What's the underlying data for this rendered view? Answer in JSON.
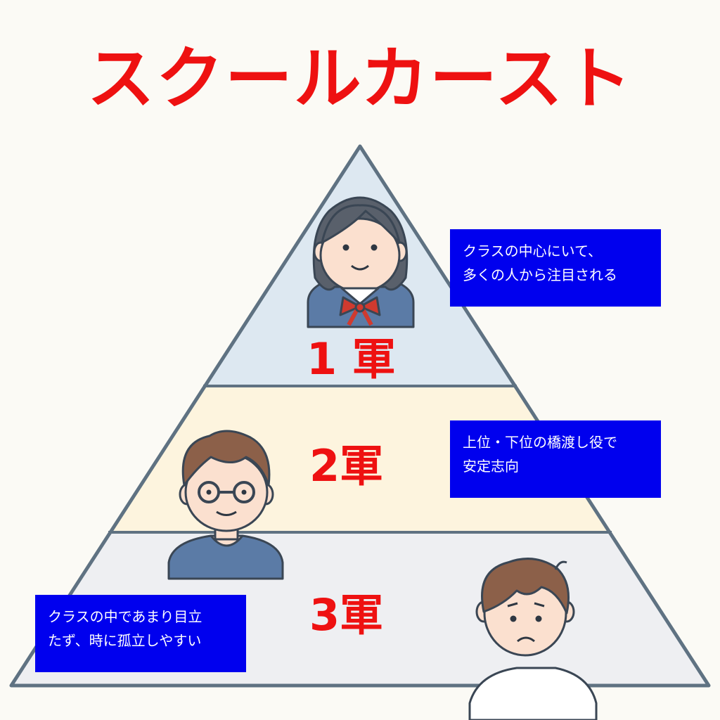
{
  "title": "スクールカースト",
  "tiers": [
    {
      "label": "1 軍",
      "description": [
        "クラスの中心にいて、",
        "多くの人から注目される"
      ],
      "fill": "#dde8f1"
    },
    {
      "label": "2軍",
      "description": [
        "上位・下位の橋渡し役で",
        "安定志向"
      ],
      "fill": "#fdf4de"
    },
    {
      "label": "3軍",
      "description": [
        "クラスの中であまり目立",
        "たず、時に孤立しやすい"
      ],
      "fill": "#eeeff2"
    }
  ],
  "colors": {
    "accent": "#ee1111",
    "note_bg": "#0000ee",
    "outline": "#5f7282",
    "background": "#fbfaf5"
  },
  "icons": [
    "girl-avatar-icon",
    "boy-glasses-avatar-icon",
    "sad-boy-avatar-icon"
  ]
}
